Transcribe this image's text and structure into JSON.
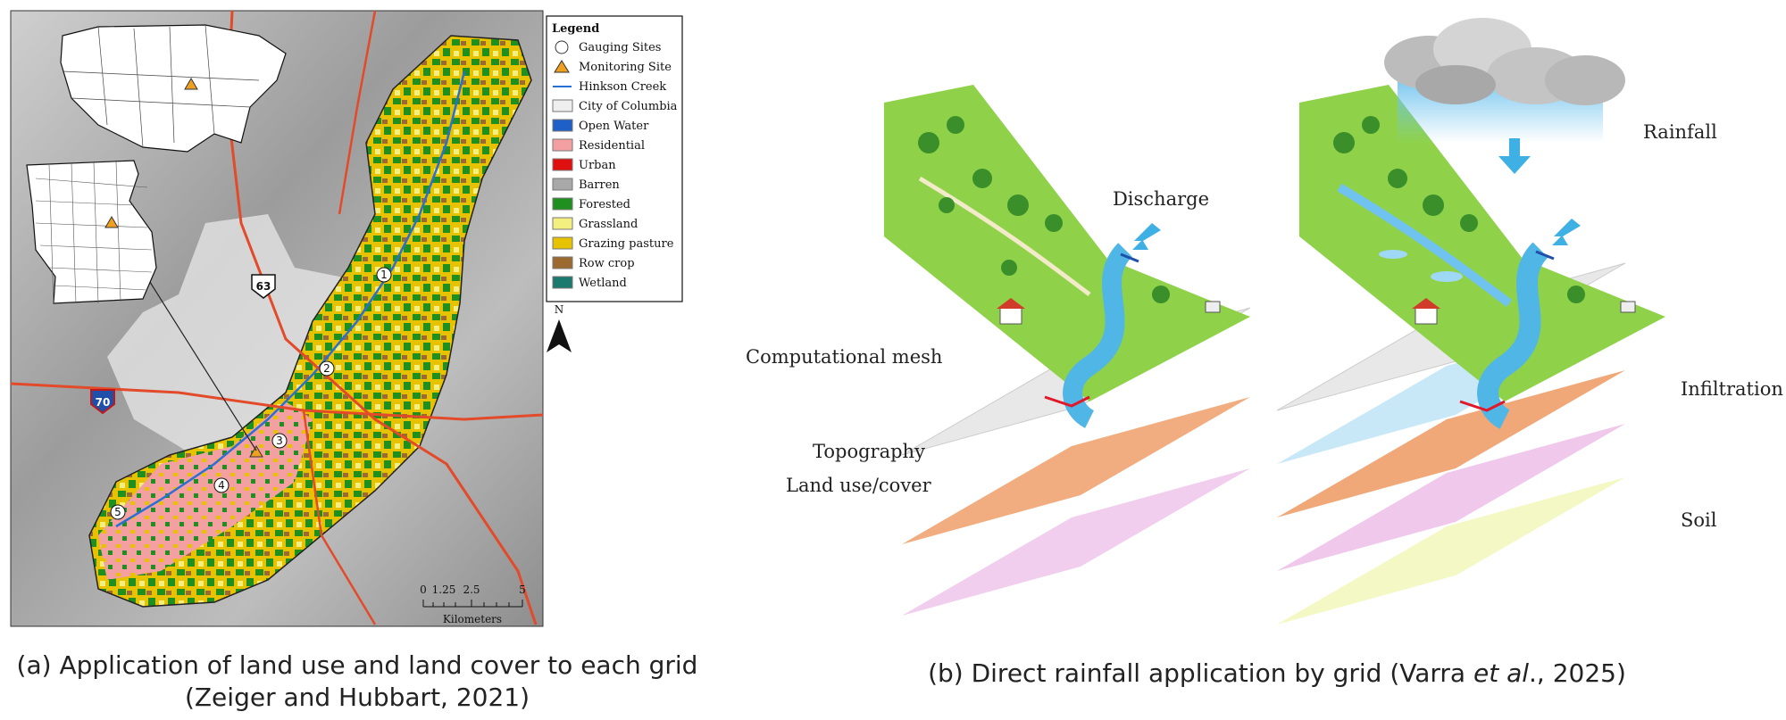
{
  "panel_a": {
    "legend": {
      "title": "Legend",
      "items": [
        {
          "label": "Gauging Sites",
          "color": "#ffffff"
        },
        {
          "label": "Monitoring Site",
          "color": "#f0a020"
        },
        {
          "label": "Hinkson Creek",
          "color": "#2a6fd6"
        },
        {
          "label": "City of Columbia",
          "color": "#eeeeee"
        },
        {
          "label": "Open Water",
          "color": "#1f5fc8"
        },
        {
          "label": "Residential",
          "color": "#f4a0a0"
        },
        {
          "label": "Urban",
          "color": "#e01010"
        },
        {
          "label": "Barren",
          "color": "#a8a8a8"
        },
        {
          "label": "Forested",
          "color": "#1f8f1f"
        },
        {
          "label": "Grassland",
          "color": "#f4f080"
        },
        {
          "label": "Grazing pasture",
          "color": "#e6c200"
        },
        {
          "label": "Row crop",
          "color": "#9c6a30"
        },
        {
          "label": "Wetland",
          "color": "#1b7a6e"
        }
      ]
    },
    "north_label": "N",
    "highway_labels": [
      "63",
      "70"
    ],
    "gauging_site_labels": [
      "1",
      "2",
      "3",
      "4",
      "5"
    ],
    "scale_bar": {
      "ticks": [
        "0",
        "1.25",
        "2.5",
        "5"
      ],
      "unit": "Kilometers"
    },
    "caption_line1": "(a) Application of land use and land cover to each grid",
    "caption_line2": "(Zeiger and Hubbart, 2021)"
  },
  "panel_b": {
    "labels": {
      "discharge": "Discharge",
      "rainfall": "Rainfall",
      "computational_mesh": "Computational mesh",
      "topography": "Topography",
      "land_use_cover": "Land use/cover",
      "infiltration": "Infiltration",
      "soil": "Soil"
    },
    "caption_prefix": "(b) Direct rainfall application by grid (Varra ",
    "caption_italic": "et al",
    "caption_suffix": "., 2025)"
  }
}
